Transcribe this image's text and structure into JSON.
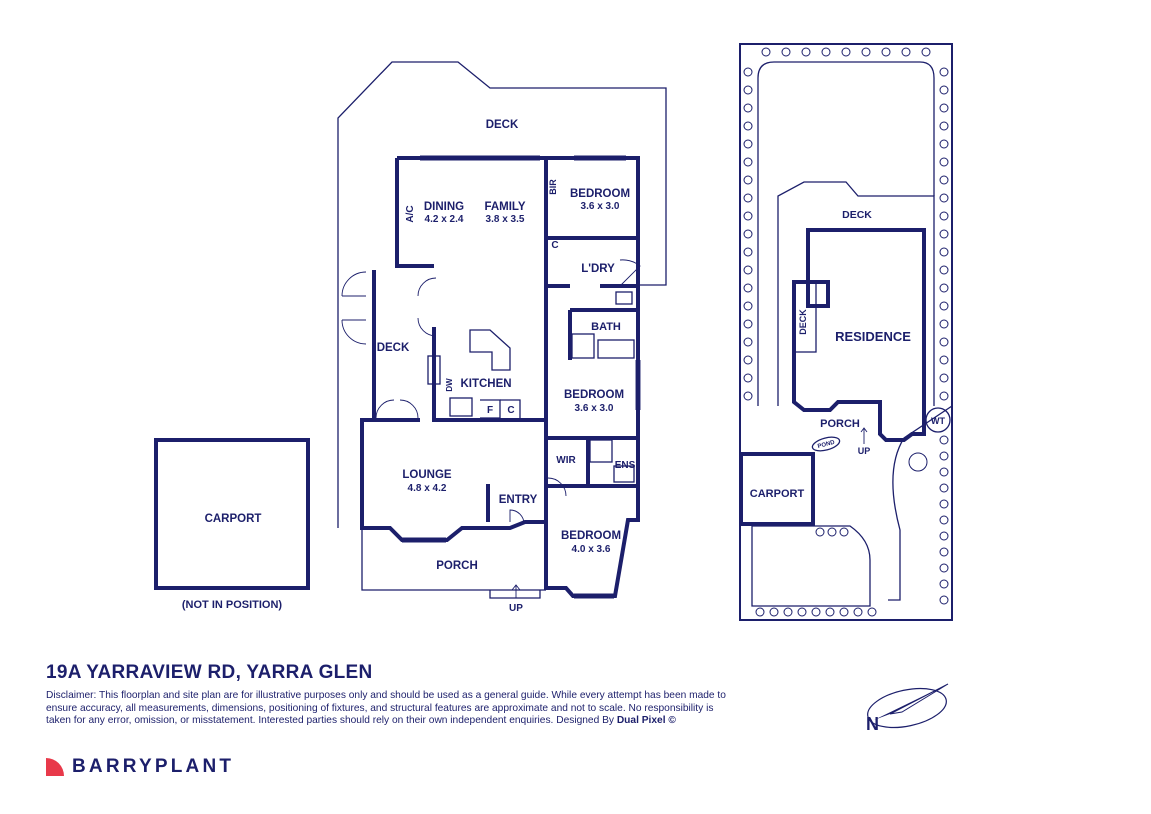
{
  "colors": {
    "ink": "#1c1f6b",
    "brand_red": "#e8394a",
    "background": "#ffffff"
  },
  "floorplan": {
    "rooms": {
      "deck_rear": "DECK",
      "dining": "DINING",
      "dining_size": "4.2 x 2.4",
      "ac": "A/C",
      "family": "FAMILY",
      "family_size": "3.8 x 3.5",
      "bir": "BIR",
      "bedroom1": "BEDROOM",
      "bedroom1_size": "3.6 x 3.0",
      "cupboard": "C",
      "laundry": "L'DRY",
      "bath": "BATH",
      "deck_side": "DECK",
      "kitchen": "KITCHEN",
      "dw": "DW",
      "fridge": "F",
      "pantry": "C",
      "bedroom2": "BEDROOM",
      "bedroom2_size": "3.6 x 3.0",
      "wir": "WIR",
      "ens": "ENS",
      "lounge": "LOUNGE",
      "lounge_size": "4.8 x 4.2",
      "entry": "ENTRY",
      "bedroom3": "BEDROOM",
      "bedroom3_size": "4.0 x 3.6",
      "porch": "PORCH",
      "up": "UP"
    },
    "carport": "CARPORT",
    "carport_note": "(NOT IN POSITION)"
  },
  "siteplan": {
    "deck": "DECK",
    "deck_small": "DECK",
    "residence": "RESIDENCE",
    "porch": "PORCH",
    "up": "UP",
    "pond": "POND",
    "wt": "WT",
    "carport": "CARPORT"
  },
  "footer": {
    "address": "19A YARRAVIEW RD, YARRA GLEN",
    "disclaimer": "Disclaimer: This floorplan and site plan are for illustrative purposes only and should be used as a general guide. While every attempt has been made to ensure accuracy, all measurements, dimensions, positioning of fixtures, and structural features are approximate and not to scale. No responsibility is taken for any error, omission, or misstatement. Interested parties should rely on their own independent enquiries. Designed By",
    "designer": "Dual Pixel ©",
    "brand": "BARRYPLANT"
  },
  "compass": {
    "label": "N",
    "icon": "north-arrow-icon"
  }
}
